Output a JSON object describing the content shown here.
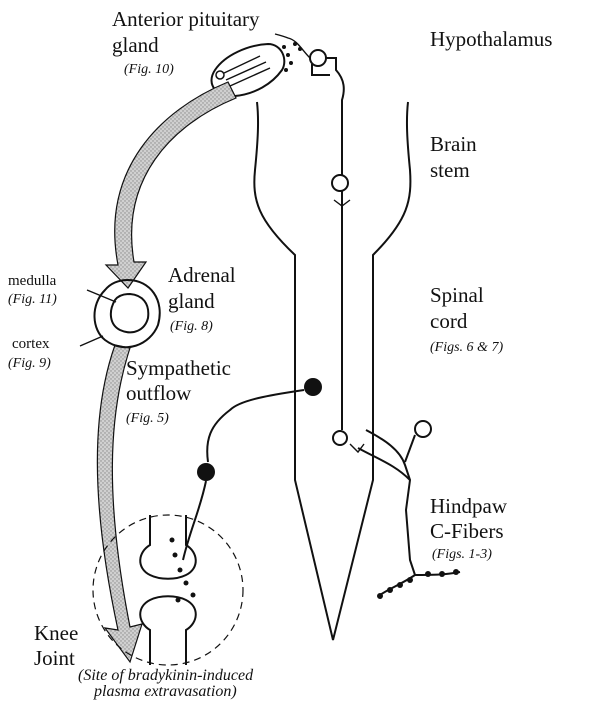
{
  "labels": {
    "anterior_pituitary": [
      "Anterior pituitary",
      "gland"
    ],
    "anterior_pituitary_fig": "(Fig. 10)",
    "hypothalamus": "Hypothalamus",
    "brain_stem": [
      "Brain",
      "stem"
    ],
    "medulla": "medulla",
    "medulla_fig": "(Fig. 11)",
    "cortex": "cortex",
    "cortex_fig": "(Fig. 9)",
    "adrenal": [
      "Adrenal",
      "gland"
    ],
    "adrenal_fig": "(Fig. 8)",
    "spinal_cord": [
      "Spinal",
      "cord"
    ],
    "spinal_cord_fig": "(Figs. 6 & 7)",
    "sympathetic": [
      "Sympathetic",
      "outflow"
    ],
    "sympathetic_fig": "(Fig. 5)",
    "hindpaw": [
      "Hindpaw",
      "C-Fibers"
    ],
    "hindpaw_fig": "(Figs. 1-3)",
    "knee": [
      "Knee",
      "Joint"
    ],
    "site_caption": [
      "(Site of bradykinin-induced",
      "plasma extravasation)"
    ]
  }
}
